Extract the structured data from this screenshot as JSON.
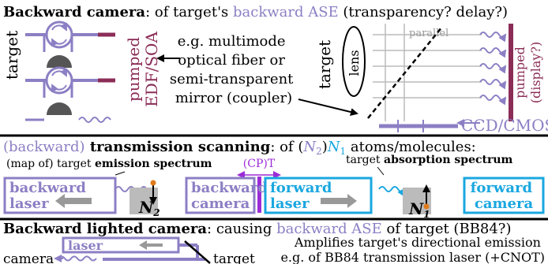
{
  "colors": {
    "violet": "#8c7fc4",
    "cyan": "#1aa7e0",
    "maroon": "#8b2d57",
    "purple": "#9b2cd6",
    "gray": "#9a9a9a",
    "black": "#000000"
  },
  "section1": {
    "title_bold": "Backward camera",
    "title_plain": ": of target's ",
    "title_colored": "backward ASE",
    "title_tail": " (transparency? delay?)",
    "left_target_label": "target",
    "pumped_label_1": "pumped",
    "pumped_label_2": "EDF/SOA",
    "coupler_line1": "e.g. multimode",
    "coupler_line2": "optical fiber or",
    "coupler_line3": "semi-transparent",
    "coupler_line4": "mirror (coupler)",
    "right_target_label": "target",
    "lens_label": "lens",
    "parallel_label": "parallel",
    "pumped_display_1": "pumped",
    "pumped_display_2": "(display?)",
    "sensor_label": "CCD/CMOS"
  },
  "section2": {
    "title_paren_colored": "(backward)",
    "title_bold": " transmission scanning",
    "title_plain": ": of (",
    "title_n2": "N",
    "title_n2_sub": "2",
    "title_close": ")",
    "title_n1": "N",
    "title_n1_sub": "1",
    "title_tail": " atoms/molecules:",
    "emission_prefix": "(map of) target ",
    "emission_bold": "emission spectrum",
    "cpt_label": "(CP)T",
    "absorption_prefix": "target ",
    "absorption_bold": "absorption spectrum",
    "box1_line1": "backward",
    "box1_line2": "laser",
    "n2_label": "N",
    "n2_sub": "2",
    "box2_line1": "backward",
    "box2_line2": "camera",
    "box3_line1": "forward",
    "box3_line2": "laser",
    "n1_label": "N",
    "n1_sub": "1",
    "box4_line1": "forward",
    "box4_line2": "camera"
  },
  "section3": {
    "title_bold": "Backward lighted camera",
    "title_plain": ": causing ",
    "title_colored": "backward ASE",
    "title_tail": " of target (BB84?)",
    "laser_label": "laser",
    "camera_label": "camera",
    "target_label": "target",
    "note_line1": "Amplifies target's directional emission",
    "note_line2": "e.g. of BB84 transmission laser (+CNOT)"
  }
}
